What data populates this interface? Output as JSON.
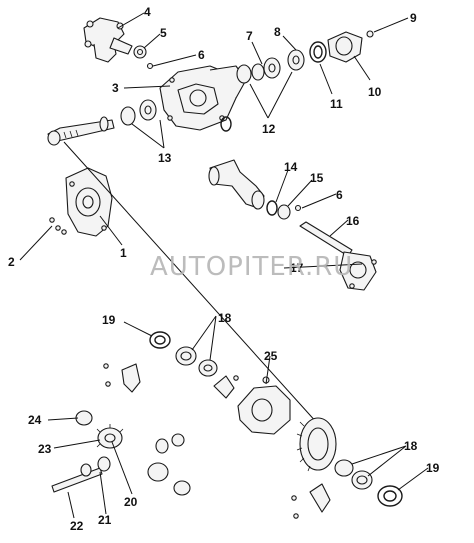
{
  "watermark": "AUTOPITER.RU",
  "callouts": [
    {
      "id": "c4",
      "text": "4"
    },
    {
      "id": "c5",
      "text": "5"
    },
    {
      "id": "c6a",
      "text": "6"
    },
    {
      "id": "c3",
      "text": "3"
    },
    {
      "id": "c7",
      "text": "7"
    },
    {
      "id": "c8",
      "text": "8"
    },
    {
      "id": "c9",
      "text": "9"
    },
    {
      "id": "c10",
      "text": "10"
    },
    {
      "id": "c11",
      "text": "11"
    },
    {
      "id": "c12",
      "text": "12"
    },
    {
      "id": "c13",
      "text": "13"
    },
    {
      "id": "c14",
      "text": "14"
    },
    {
      "id": "c15",
      "text": "15"
    },
    {
      "id": "c6b",
      "text": "6"
    },
    {
      "id": "c16",
      "text": "16"
    },
    {
      "id": "c1",
      "text": "1"
    },
    {
      "id": "c2",
      "text": "2"
    },
    {
      "id": "c17",
      "text": "17"
    },
    {
      "id": "c19a",
      "text": "19"
    },
    {
      "id": "c18a",
      "text": "18"
    },
    {
      "id": "c25",
      "text": "25"
    },
    {
      "id": "c24",
      "text": "24"
    },
    {
      "id": "c23",
      "text": "23"
    },
    {
      "id": "c18b",
      "text": "18"
    },
    {
      "id": "c19b",
      "text": "19"
    },
    {
      "id": "c20",
      "text": "20"
    },
    {
      "id": "c21",
      "text": "21"
    },
    {
      "id": "c22",
      "text": "22"
    }
  ]
}
